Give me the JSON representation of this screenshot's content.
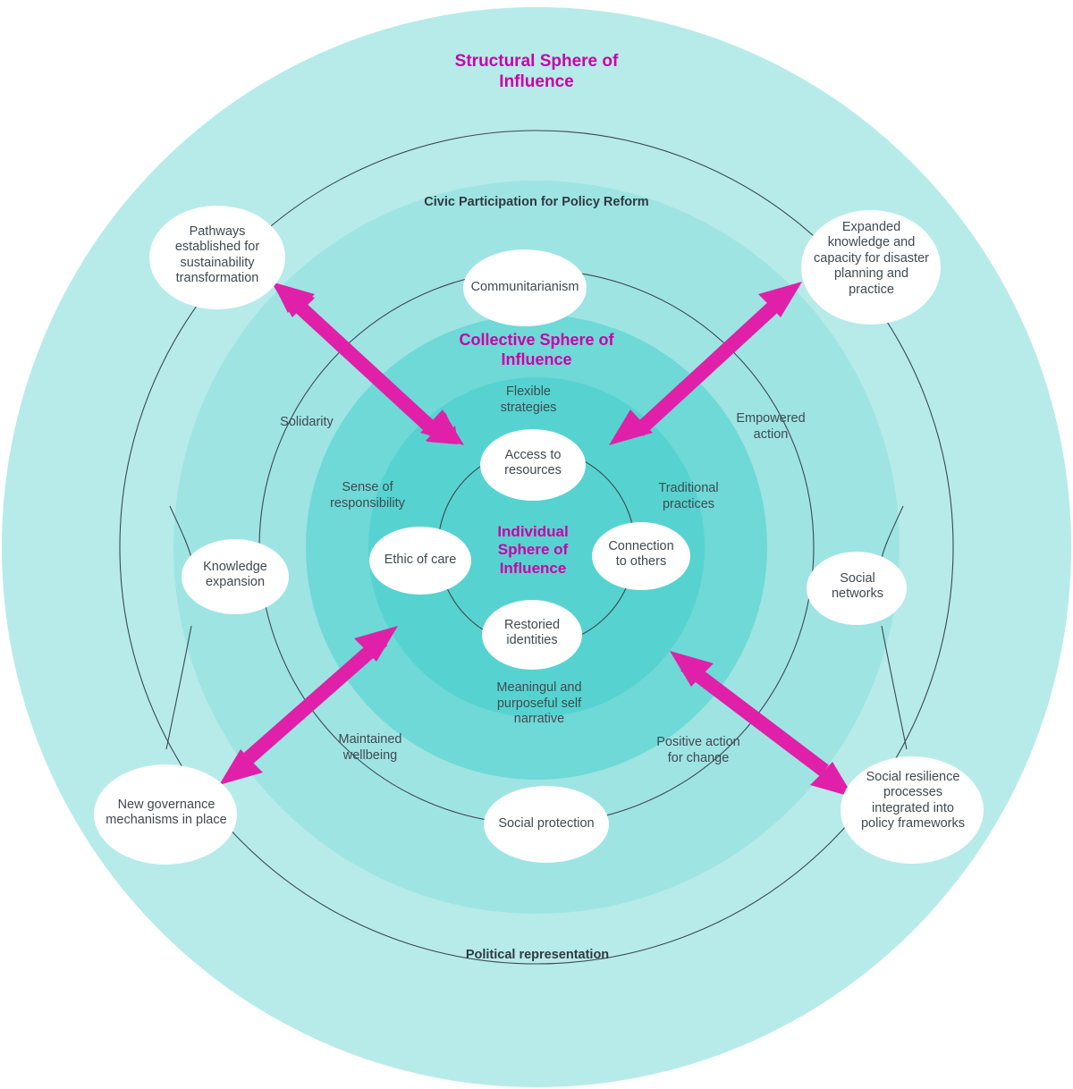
{
  "diagram": {
    "title_structural": "Structural Sphere of\nInfluence",
    "title_collective": "Collective Sphere of\nInfluence",
    "title_individual": "Individual\nSphere of\nInfluence",
    "ring_label_top": "Civic Participation for Policy Reform",
    "ring_label_bottom": "Political representation",
    "accent_color": "#cc00a8",
    "arrow_color": "#e020a8",
    "ring_outer_color": "#b6ebe9",
    "ring_mid_color": "#9ee4e3",
    "ring_inner_color": "#6ed9d7",
    "core_color": "#56d3d0",
    "outline_color": "#3c4852",
    "text_color": "#3f4a52"
  },
  "core_nodes": [
    {
      "label": "Access to\nresources"
    },
    {
      "label": "Connection\nto others"
    },
    {
      "label": "Restoried\nidentities"
    },
    {
      "label": "Ethic of care"
    }
  ],
  "inner_ring_labels": [
    {
      "label": "Flexible\nstrategies"
    },
    {
      "label": "Traditional\npractices"
    },
    {
      "label": "Meaningul and\npurposeful self\nnarrative"
    },
    {
      "label": "Sense of\nresponsibility"
    }
  ],
  "collective_nodes": [
    {
      "label": "Communitarianism"
    },
    {
      "label": "Social protection"
    }
  ],
  "collective_ring_labels": [
    {
      "label": "Solidarity"
    },
    {
      "label": "Empowered\naction"
    },
    {
      "label": "Positive action\nfor change"
    },
    {
      "label": "Maintained\nwellbeing"
    }
  ],
  "structural_nodes": [
    {
      "label": "Pathways\nestablished for\nsustainability\ntransformation"
    },
    {
      "label": "Expanded\nknowledge and\ncapacity for disaster\nplanning and\npractice"
    },
    {
      "label": "Knowledge\nexpansion"
    },
    {
      "label": "Social\nnetworks"
    },
    {
      "label": "New governance\nmechanisms in place"
    },
    {
      "label": "Social resilience\nprocesses\nintegrated into\npolicy frameworks"
    }
  ]
}
